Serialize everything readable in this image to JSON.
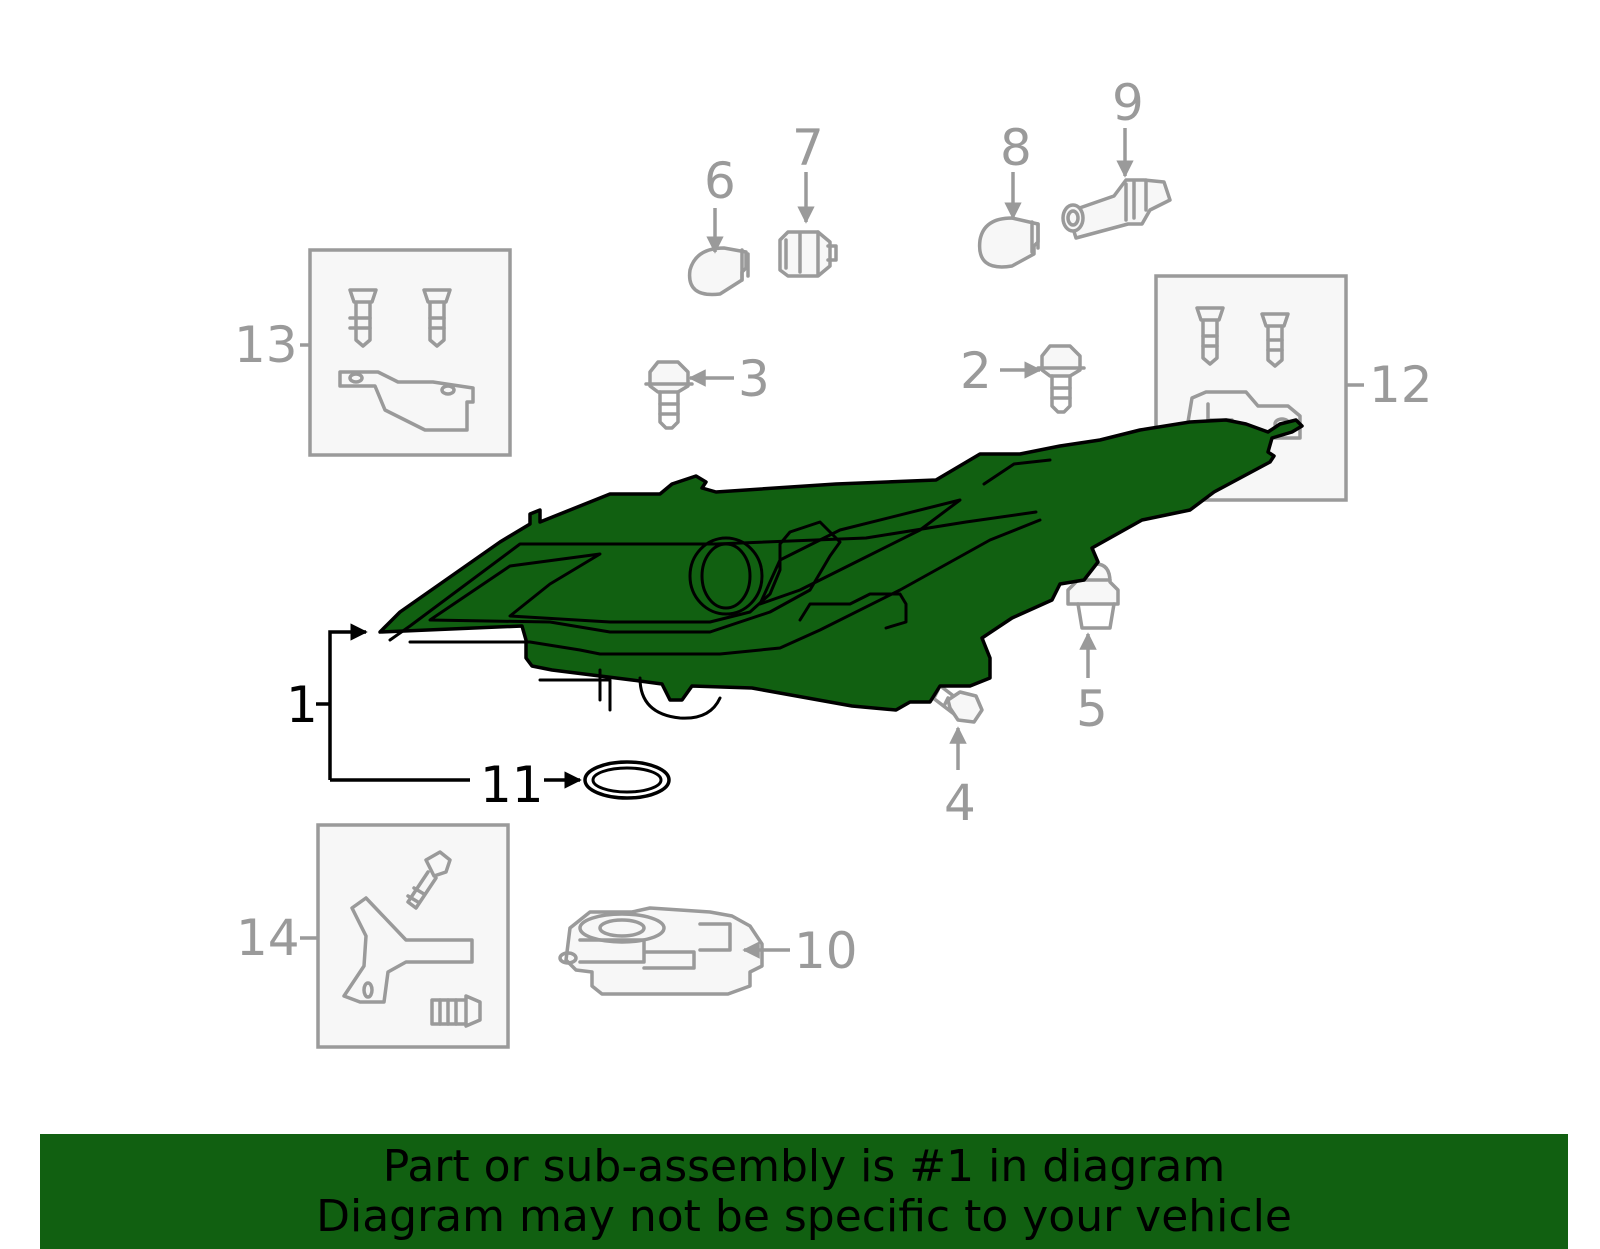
{
  "callouts": {
    "c1": "1",
    "c2": "2",
    "c3": "3",
    "c4": "4",
    "c5": "5",
    "c6": "6",
    "c7": "7",
    "c8": "8",
    "c9": "9",
    "c10": "10",
    "c11": "11",
    "c12": "12",
    "c13": "13",
    "c14": "14"
  },
  "highlight_color": "#116011",
  "banner": {
    "line1": "Part or sub-assembly is #1 in diagram",
    "line2": "Diagram may not be specific to your vehicle",
    "background": "#116011"
  }
}
